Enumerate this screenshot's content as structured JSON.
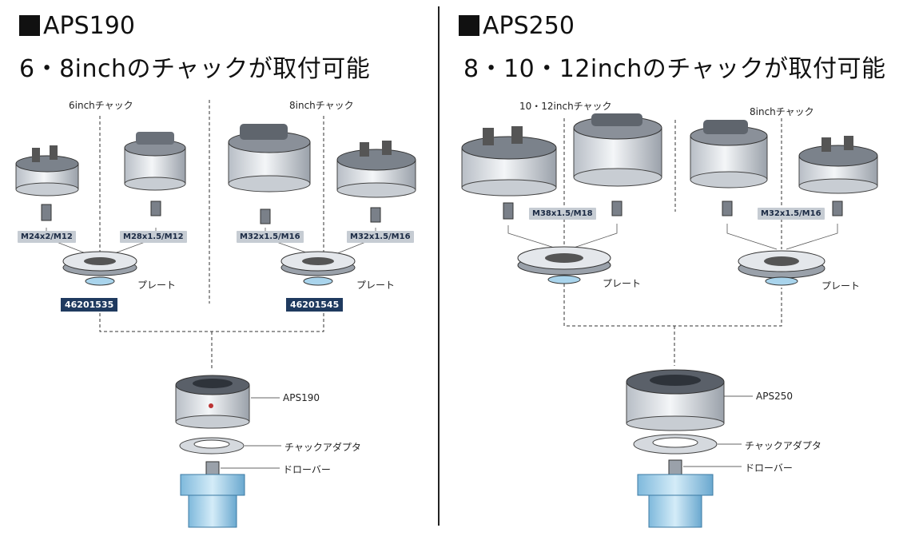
{
  "left": {
    "title": "APS190",
    "subtitle": "6・8inchのチャックが取付可能",
    "group_a_label": "6inchチャック",
    "group_b_label": "8inchチャック",
    "tags": [
      "M24x2/M12",
      "M28x1.5/M12",
      "M32x1.5/M16",
      "M32x1.5/M16"
    ],
    "plate_label_a": "プレート",
    "plate_label_b": "プレート",
    "part_numbers": [
      "46201535",
      "46201545"
    ],
    "unit_label": "APS190",
    "adapter_label": "チャックアダプタ",
    "drawbar_label": "ドローバー"
  },
  "right": {
    "title": "APS250",
    "subtitle": "8・10・12inchのチャックが取付可能",
    "group_a_label": "10・12inchチャック",
    "group_b_label": "8inchチャック",
    "tags": [
      "M38x1.5/M18",
      "M32x1.5/M16"
    ],
    "plate_label_a": "プレート",
    "plate_label_b": "プレート",
    "unit_label": "APS250",
    "adapter_label": "チャックアダプタ",
    "drawbar_label": "ドローバー"
  },
  "colors": {
    "metal": "#d9dde2",
    "dark": "#3a3f46",
    "blue": "#a9d4ec",
    "tag_bg": "#c6ccd3",
    "navy": "#1f3a5f"
  }
}
